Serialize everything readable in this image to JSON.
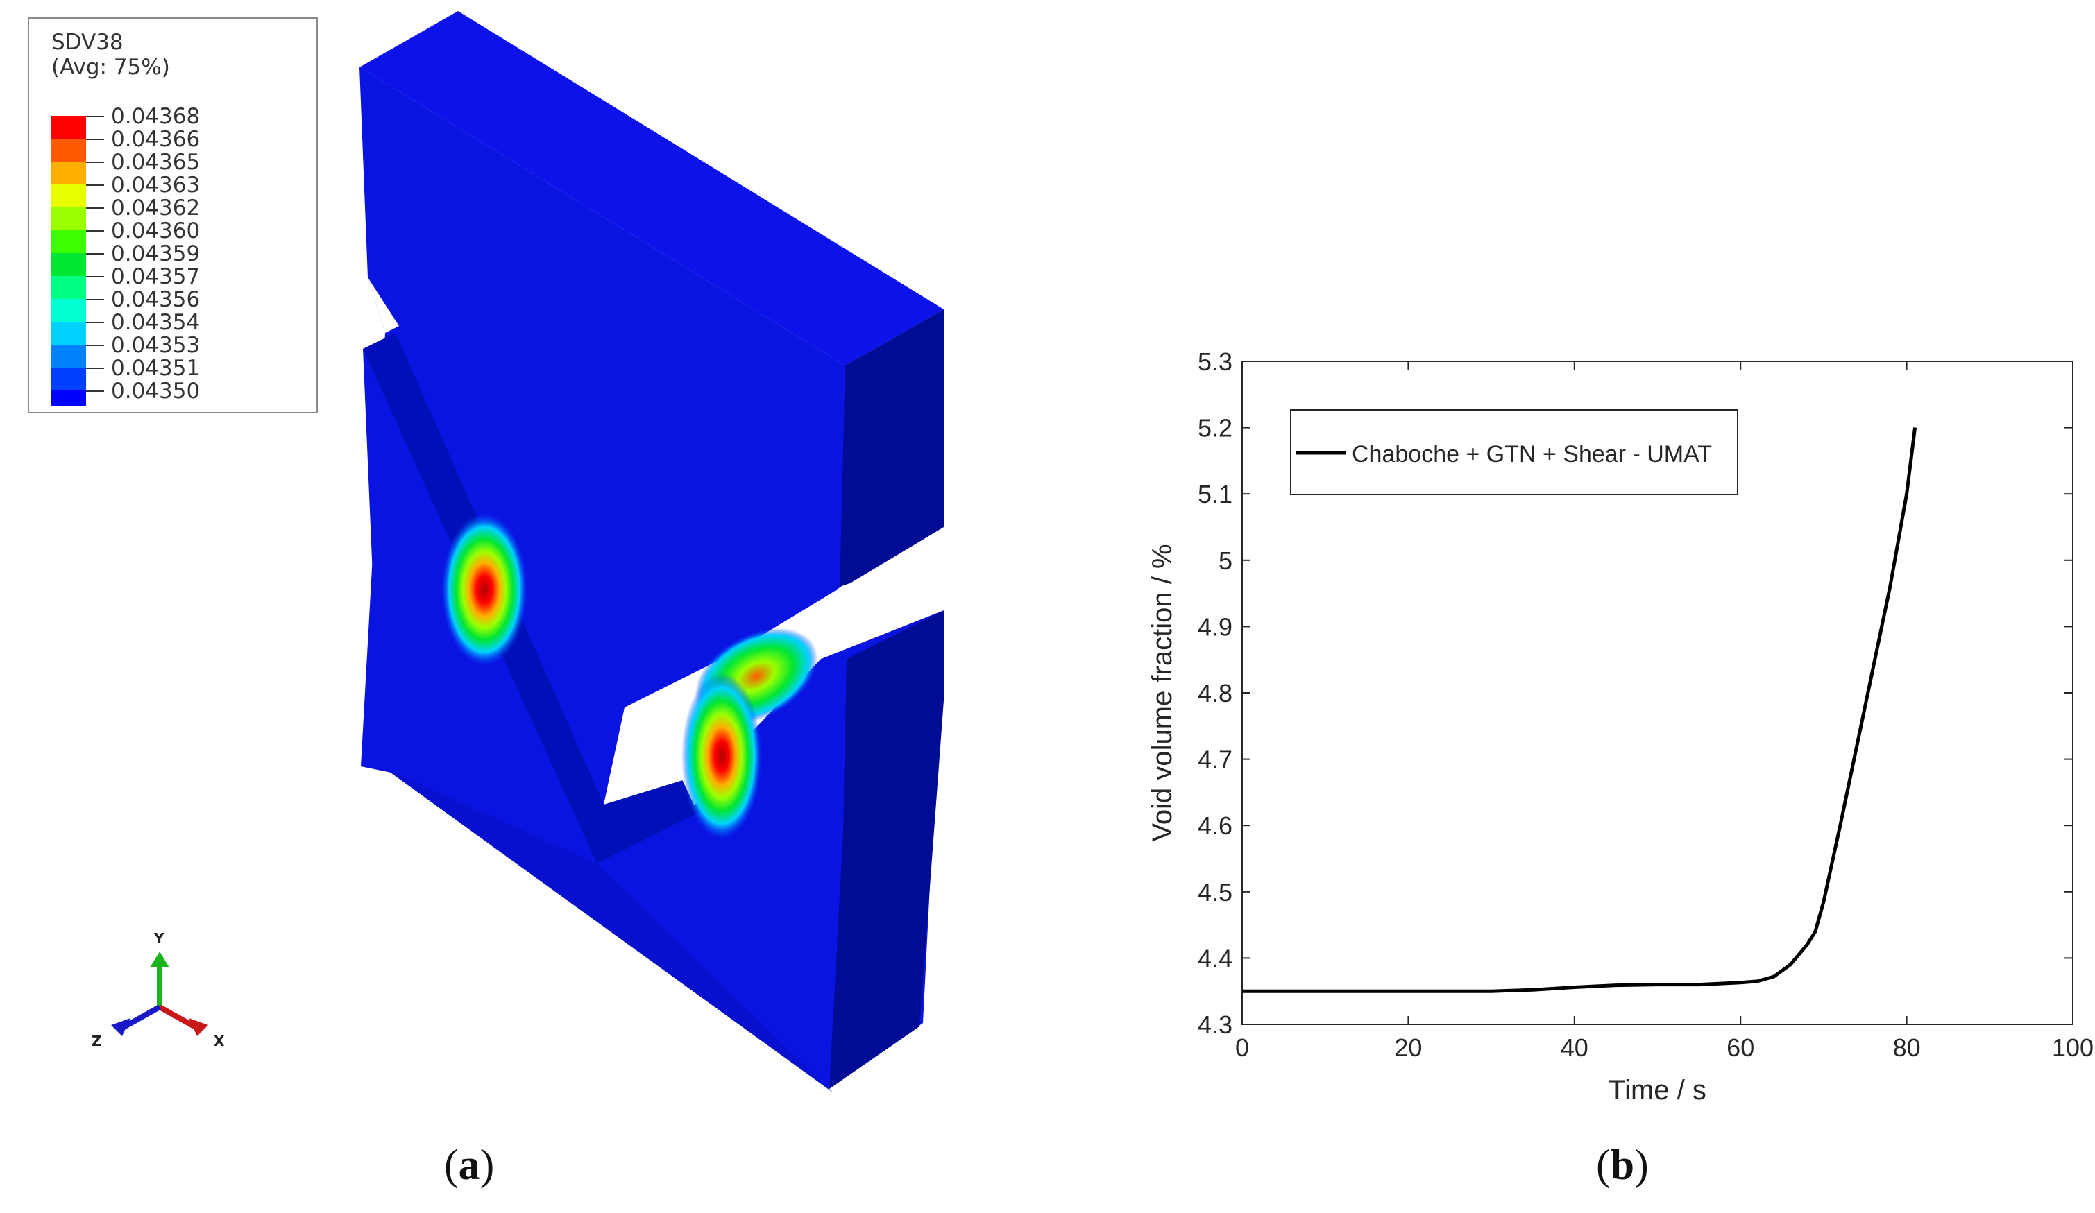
{
  "panel_a": {
    "label": "a",
    "legend": {
      "variable": "SDV38",
      "averaging": "(Avg: 75%)",
      "levels": [
        {
          "value": "0.04368",
          "color": "#ff0000"
        },
        {
          "value": "0.04366",
          "color": "#ff5a00"
        },
        {
          "value": "0.04365",
          "color": "#ffae00"
        },
        {
          "value": "0.04363",
          "color": "#e9ff00"
        },
        {
          "value": "0.04362",
          "color": "#9bff00"
        },
        {
          "value": "0.04360",
          "color": "#3dff00"
        },
        {
          "value": "0.04359",
          "color": "#00e633"
        },
        {
          "value": "0.04357",
          "color": "#00ff82"
        },
        {
          "value": "0.04356",
          "color": "#00ffd2"
        },
        {
          "value": "0.04354",
          "color": "#00d2ff"
        },
        {
          "value": "0.04353",
          "color": "#0082ff"
        },
        {
          "value": "0.04351",
          "color": "#0040ff"
        },
        {
          "value": "0.04350",
          "color": "#0000ff"
        }
      ]
    },
    "triad": {
      "x": "X",
      "y": "Y",
      "z": "Z"
    },
    "colors": {
      "front": "#0a14e0",
      "dark": "#000c93",
      "top": "#0b13e8"
    }
  },
  "panel_b": {
    "label": "b",
    "chart_data": {
      "type": "line",
      "xlabel": "Time / s",
      "ylabel": "Void volume fraction / %",
      "xlim": [
        0,
        100
      ],
      "ylim": [
        4.3,
        5.3
      ],
      "xticks": [
        0,
        20,
        40,
        60,
        80,
        100
      ],
      "yticks": [
        4.3,
        4.4,
        4.5,
        4.6,
        4.7,
        4.8,
        4.9,
        5.0,
        5.1,
        5.2,
        5.3
      ],
      "xtick_labels": [
        "0",
        "20",
        "40",
        "60",
        "80",
        "100"
      ],
      "ytick_labels": [
        "4.3",
        "4.4",
        "4.5",
        "4.6",
        "4.7",
        "4.8",
        "4.9",
        "5",
        "5.1",
        "5.2",
        "5.3"
      ],
      "grid": false,
      "legend_position": "top-left",
      "series": [
        {
          "name": "Chaboche + GTN + Shear - UMAT",
          "color": "#000000",
          "x": [
            0,
            10,
            20,
            30,
            35,
            40,
            45,
            50,
            55,
            60,
            62,
            64,
            66,
            67,
            68,
            69,
            70,
            72,
            74,
            76,
            78,
            80,
            81
          ],
          "y": [
            4.35,
            4.35,
            4.35,
            4.35,
            4.352,
            4.356,
            4.359,
            4.36,
            4.36,
            4.363,
            4.365,
            4.372,
            4.39,
            4.405,
            4.42,
            4.44,
            4.485,
            4.6,
            4.72,
            4.84,
            4.96,
            5.1,
            5.2
          ]
        }
      ]
    }
  }
}
